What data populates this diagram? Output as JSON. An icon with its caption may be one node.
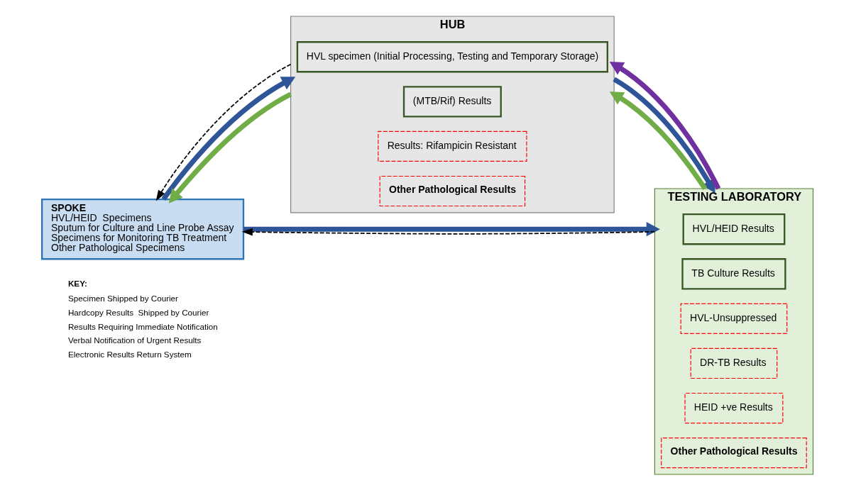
{
  "diagram": {
    "nodes": [
      {
        "text": [
          "SPOKE",
          "HVL/HEID  Specimens",
          "Sputum for Culture and Line Probe Assay",
          "Specimens for Monitoring TB Treatment",
          "Other Pathological Specimens"
        ]
      },
      {
        "text": [
          "HUB"
        ]
      },
      {
        "text": [
          "HVL specimen (Initial Processing, Testing and Temporary Storage)"
        ],
        "in": 1
      },
      {
        "text": [
          "(MTB/Rif) Results"
        ],
        "in": 1
      },
      {
        "text": [
          "Results: Rifampicin Resistant"
        ],
        "in": 1
      },
      {
        "text": [
          "Other Pathological Results"
        ],
        "in": 1
      },
      {
        "text": [
          "TESTING LABORATORY"
        ]
      },
      {
        "text": [
          "HVL/HEID Results"
        ],
        "in": 6
      },
      {
        "text": [
          "TB Culture Results"
        ],
        "in": 6
      },
      {
        "text": [
          "HVL-Unsuppressed"
        ],
        "in": 6
      },
      {
        "text": [
          "DR-TB Results"
        ],
        "in": 6
      },
      {
        "text": [
          "HEID +ve Results"
        ],
        "in": 6
      },
      {
        "text": [
          "Other Pathological Results"
        ],
        "in": 6
      }
    ],
    "edges": [
      {
        "from": 0,
        "to": 6,
        "arrow": "to"
      },
      {
        "from": 0,
        "to": 1,
        "arrow": "to"
      },
      {
        "from": 1,
        "to": 0,
        "arrow": "to",
        "color": "#70ad47"
      },
      {
        "from": 1,
        "to": 6,
        "arrow": "to"
      },
      {
        "from": 6,
        "to": 1,
        "arrow": "to",
        "color": "#70ad47"
      },
      {
        "from": 1,
        "to": 0,
        "arrow": "to",
        "style": "dashed",
        "color": "#000000"
      },
      {
        "from": 6,
        "to": 0,
        "arrow": "to",
        "style": "dashed",
        "color": "#000000"
      },
      {
        "from": 6,
        "to": 1,
        "arrow": "to",
        "color": "#7030a0"
      }
    ],
    "labels": [
      "KEY:"
    ],
    "legend": [
      {
        "text": "Specimen Shipped by Courier"
      },
      {
        "text": "Hardcopy Results  Shipped by Courier"
      },
      {
        "text": "Results Requiring Immediate Notification"
      },
      {
        "text": "Verbal Notification of Urgent Results"
      },
      {
        "text": "Electronic Results Return System"
      }
    ]
  }
}
